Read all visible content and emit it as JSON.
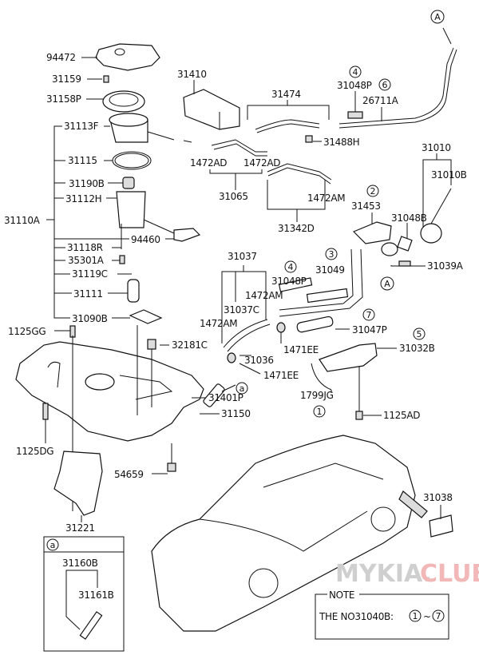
{
  "diagram": {
    "labels": {
      "p94472": "94472",
      "p31159": "31159",
      "p31158P": "31158P",
      "p31113F": "31113F",
      "p31115": "31115",
      "p31190B": "31190B",
      "p31112H": "31112H",
      "p31110A": "31110A",
      "p94460": "94460",
      "p31118R": "31118R",
      "p35301A": "35301A",
      "p31119C": "31119C",
      "p31111": "31111",
      "p31090B": "31090B",
      "p1125GG": "1125GG",
      "p31410": "31410",
      "p1472AD_1": "1472AD",
      "p1472AD_2": "1472AD",
      "p31065": "31065",
      "p31474": "31474",
      "p31048P_1": "31048P",
      "p26711A": "26711A",
      "p31488H": "31488H",
      "p31010": "31010",
      "p31010B": "31010B",
      "p1472AM_1": "1472AM",
      "p31342D": "31342D",
      "p31453": "31453",
      "p31048B": "31048B",
      "p31039A": "31039A",
      "p31049": "31049",
      "p31048P_2": "31048P",
      "p31037": "31037",
      "p1472AM_2": "1472AM",
      "p31037C": "31037C",
      "p1472AM_3": "1472AM",
      "p31047P": "31047P",
      "p31032B": "31032B",
      "p1471EE_1": "1471EE",
      "p31036": "31036",
      "p1471EE_2": "1471EE",
      "p31401P": "31401P",
      "p31150": "31150",
      "p1799JG": "1799JG",
      "p1125AD": "1125AD",
      "p32181C": "32181C",
      "p1125DG": "1125DG",
      "p54659": "54659",
      "p31038": "31038",
      "p31221": "31221",
      "p31160B": "31160B",
      "p31161B": "31161B"
    },
    "callouts": {
      "A": "A",
      "a": "a",
      "c1": "1",
      "c2": "2",
      "c3": "3",
      "c4": "4",
      "c5": "5",
      "c6": "6",
      "c7": "7"
    },
    "note": {
      "title": "NOTE",
      "text": "THE NO31040B:",
      "range_start": "1",
      "range_sep": "~",
      "range_end": "7"
    },
    "watermark": {
      "part1": "MYKIA.",
      "part2": "CLUB"
    }
  }
}
